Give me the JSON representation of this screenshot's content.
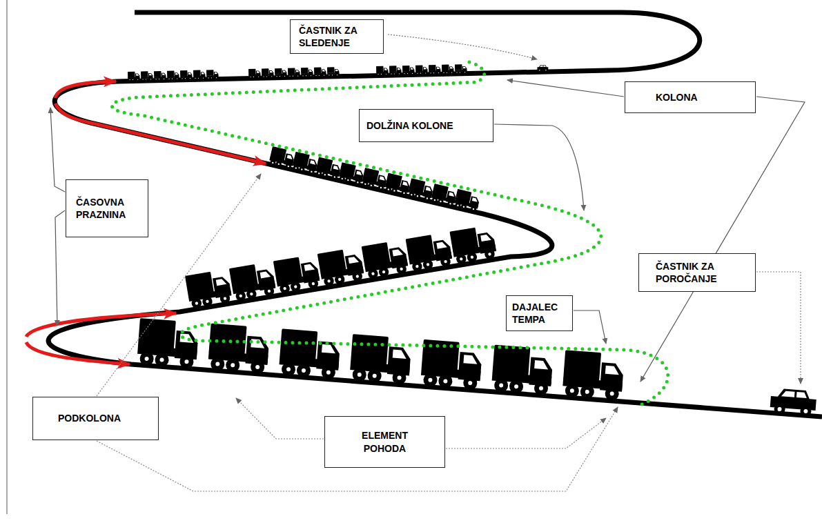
{
  "diagram": {
    "nodes": [
      {
        "text": [
          "ČASTNIK ZA SLEDENJE"
        ]
      },
      {
        "text": [
          "KOLONA"
        ]
      },
      {
        "text": [
          "DOLŽINA KOLONE"
        ]
      },
      {
        "text": [
          "ČASOVNA PRAZNINA"
        ]
      },
      {
        "text": [
          "ČASTNIK ZA POROČANJE"
        ]
      },
      {
        "text": [
          "DAJALEC TEMPA"
        ]
      },
      {
        "text": [
          "PODKOLONA"
        ]
      },
      {
        "text": [
          "ELEMENT POHODA"
        ]
      }
    ]
  }
}
